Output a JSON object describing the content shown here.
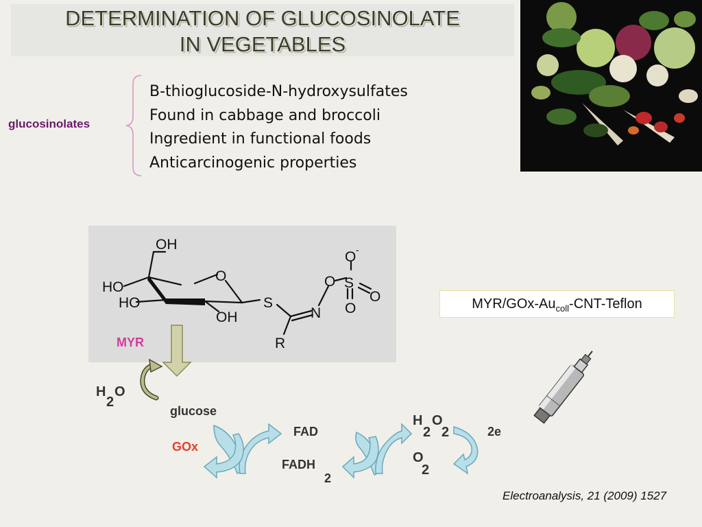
{
  "title": {
    "line1": "DETERMINATION OF GLUCOSINOLATE",
    "line2": "IN VEGETABLES"
  },
  "definition": {
    "label": "glucosinolates",
    "facts": [
      "B-thioglucoside-N-hydroxysulfates",
      "Found in cabbage and broccoli",
      "Ingredient in functional foods",
      "Anticarcinogenic properties"
    ]
  },
  "structure": {
    "atoms": {
      "oh_top": "OH",
      "ho_left1": "HO",
      "ho_left2": "HO",
      "oh_bottom": "OH",
      "ring_o": "O",
      "s_thio": "S",
      "n": "N",
      "r": "R",
      "o_link": "O",
      "s_sulf": "S",
      "o_minus": "O",
      "minus": "-",
      "o_right": "O",
      "o_down": "O"
    }
  },
  "scheme": {
    "myr": "MYR",
    "h2o_h": "H",
    "h2o_2": "2",
    "h2o_o": "O",
    "glucose": "glucose",
    "gox": "GOx",
    "fad": "FAD",
    "fadh_main": "FADH",
    "fadh_sub": "2",
    "h2o2_h": "H",
    "h2o2_2a": "2",
    "h2o2_o": "O",
    "h2o2_2b": "2",
    "o2_o": "O",
    "o2_2": "2",
    "electrons": "2e"
  },
  "electrode": {
    "prefix": "MYR/GOx-Au",
    "subscript": "coll",
    "suffix": "-CNT-Teflon"
  },
  "citation": "Electroanalysis, 21 (2009) 1527",
  "colors": {
    "background": "#f0efea",
    "title_text": "#3c3c28",
    "label_purple": "#6a1a6a",
    "myr_pink": "#d23c9c",
    "gox_red": "#e8402c",
    "cycle_arrow_blue": "#a8dbe6",
    "myr_arrow_olive": "#c8c89c"
  }
}
